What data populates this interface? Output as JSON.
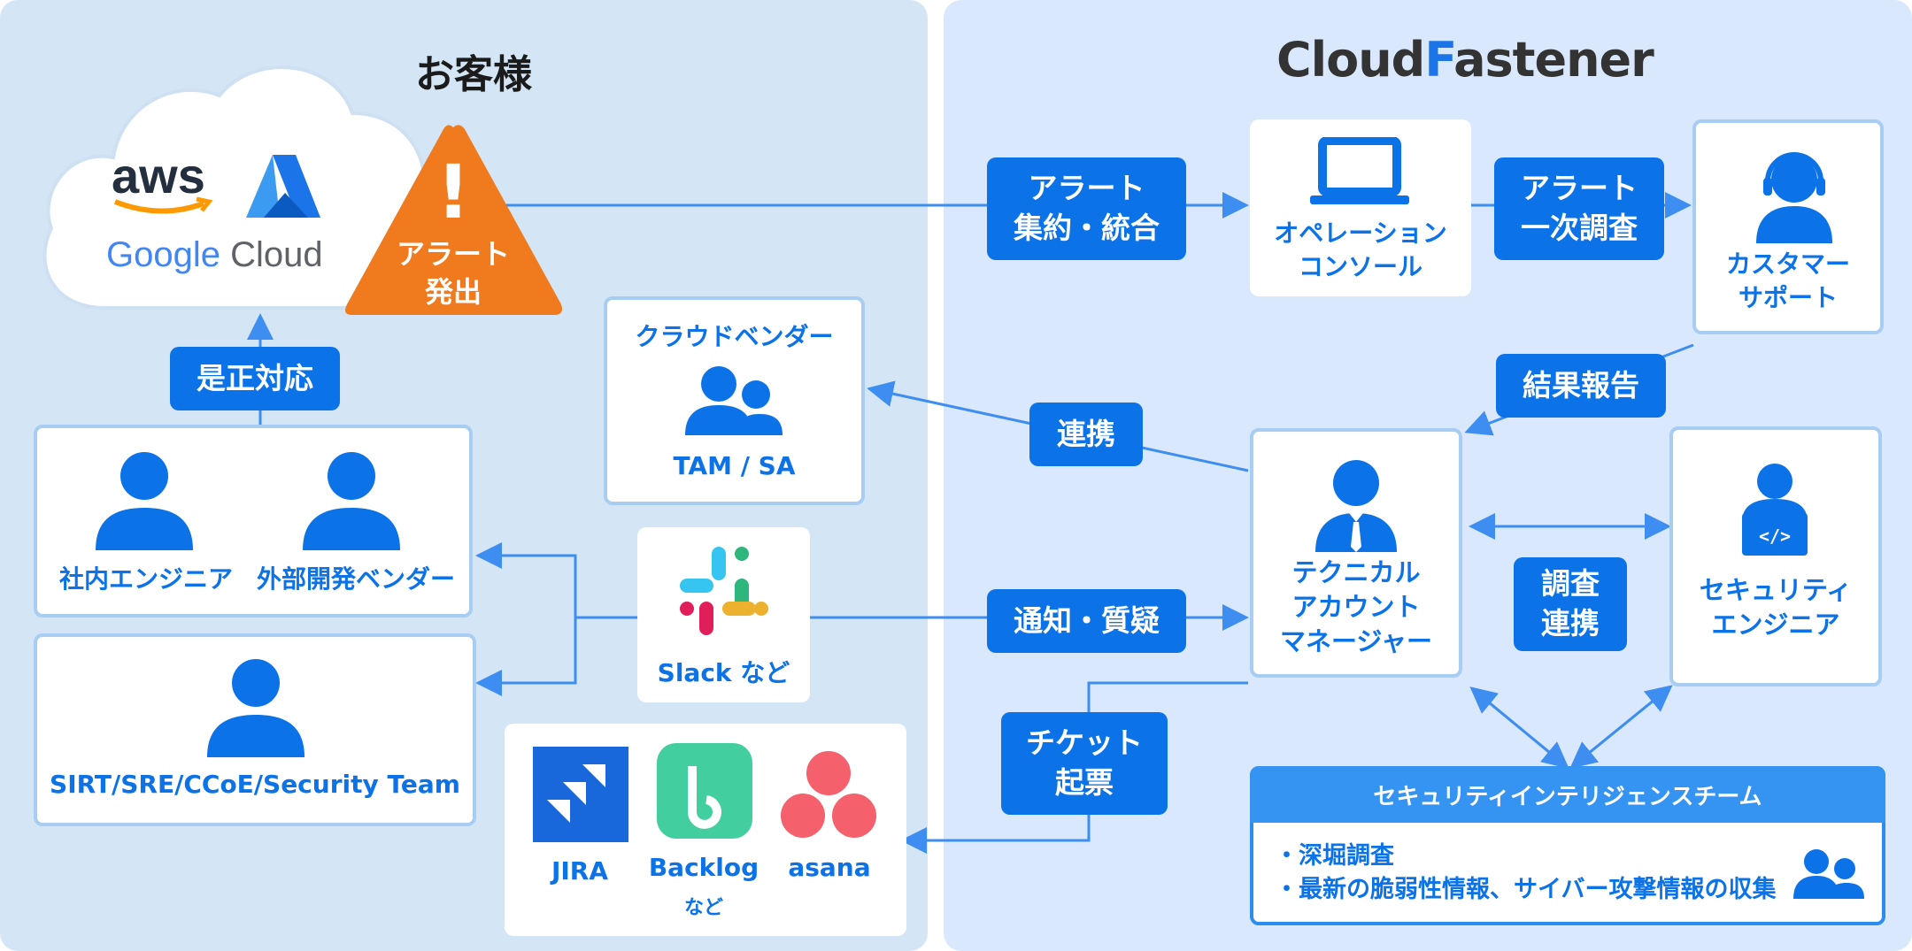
{
  "left_title": "お客様",
  "right_logo": {
    "part1": "Cloud",
    "part2": "F",
    "part3": "astener"
  },
  "cloud": {
    "aws": "aws",
    "google": "Google",
    "cloud_word": "Cloud"
  },
  "alert_triangle": {
    "mark": "!",
    "label": "アラート\n発出"
  },
  "buttons": {
    "alert_aggregate": "アラート\n集約・統合",
    "alert_first": "アラート\n一次調査",
    "result_report": "結果報告",
    "cooperate": "連携",
    "notify": "通知・質疑",
    "ticket": "チケット\n起票",
    "investigate": "調査\n連携",
    "fix": "是正対応"
  },
  "ops_console": "オペレーション\nコンソール",
  "customer_support": "カスタマー\nサポート",
  "cloud_vendor": {
    "title": "クラウドベンダー",
    "sub": "TAM / SA"
  },
  "tam": "テクニカル\nアカウント\nマネージャー",
  "security_engineer": "セキュリティ\nエンジニア",
  "customer_team": {
    "internal": "社内エンジニア",
    "external": "外部開発ベンダー"
  },
  "sirt": "SIRT/SRE/CCoE/Security Team",
  "slack": "Slack など",
  "tools": {
    "jira": "JIRA",
    "backlog": "Backlog",
    "asana": "asana",
    "etc": "など"
  },
  "intel": {
    "title": "セキュリティインテリジェンスチーム",
    "items": [
      "・深堀調査",
      "・最新の脆弱性情報、サイバー攻撃情報の収集"
    ]
  },
  "colors": {
    "accent": "#0b72e7",
    "orange": "#f07a1e",
    "left_bg": "#d4e6f6",
    "right_bg": "#d9e8fc"
  }
}
